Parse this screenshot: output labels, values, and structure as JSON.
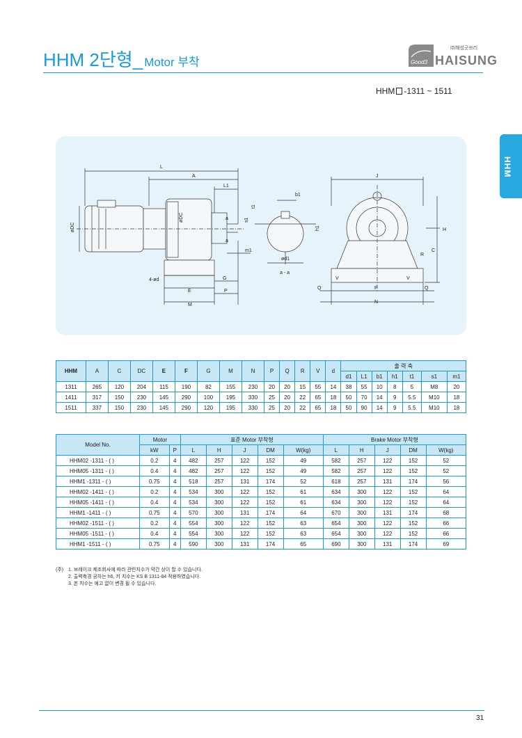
{
  "header": {
    "title_main": "HHM 2단형_",
    "title_sub": "Motor 부착",
    "logo_small": "㈜해성굿쓰리",
    "logo_name": "HAISUNG",
    "logo_good": "Good3",
    "range_prefix": "HHM",
    "range_suffix": "-1311 ~ 1511",
    "side_tab": "HHM"
  },
  "drawing": {
    "labels": {
      "L": "L",
      "A": "A",
      "L1": "L1",
      "DC": "øDC",
      "DC2": "øDC",
      "b1": "b1",
      "J": "J",
      "t1": "t1",
      "s1": "s1",
      "a_top": "a",
      "a_bot": "a",
      "h1": "h1",
      "m1": "m1",
      "d1": "ød1",
      "aa": "a - a",
      "H": "H",
      "C": "C",
      "R": "R",
      "d4": "4-ød",
      "G": "G",
      "E": "E",
      "P": "P",
      "M": "M",
      "V1": "V",
      "V2": "V",
      "Q1": "Q",
      "F": "F",
      "Q2": "Q",
      "N": "N"
    }
  },
  "dims_table": {
    "group_header": "출 력 축",
    "headers": [
      "HHM",
      "A",
      "C",
      "DC",
      "E",
      "F",
      "G",
      "M",
      "N",
      "P",
      "Q",
      "R",
      "V",
      "d"
    ],
    "sub_headers": [
      "d1",
      "L1",
      "b1",
      "h1",
      "t1",
      "s1",
      "m1"
    ],
    "rows": [
      [
        "1311",
        "265",
        "120",
        "204",
        "115",
        "190",
        "82",
        "155",
        "230",
        "20",
        "20",
        "15",
        "55",
        "14",
        "38",
        "55",
        "10",
        "8",
        "5",
        "M8",
        "20"
      ],
      [
        "1411",
        "317",
        "150",
        "230",
        "145",
        "290",
        "100",
        "195",
        "330",
        "25",
        "20",
        "22",
        "65",
        "18",
        "50",
        "70",
        "14",
        "9",
        "5.5",
        "M10",
        "18"
      ],
      [
        "1511",
        "337",
        "150",
        "230",
        "145",
        "290",
        "120",
        "195",
        "330",
        "25",
        "20",
        "22",
        "65",
        "18",
        "50",
        "90",
        "14",
        "9",
        "5.5",
        "M10",
        "18"
      ]
    ]
  },
  "model_table": {
    "model_header": "Model No.",
    "motor_header": "Motor",
    "std_header": "표준 Motor 부착형",
    "brake_header": "Brake Motor 부착형",
    "sub_headers": [
      "kW",
      "P",
      "L",
      "H",
      "J",
      "DM",
      "W(kg)",
      "L",
      "H",
      "J",
      "DM",
      "W(kg)"
    ],
    "rows": [
      [
        "HHM02 -1311 - (   )",
        "0.2",
        "4",
        "482",
        "257",
        "122",
        "152",
        "49",
        "582",
        "257",
        "122",
        "152",
        "52"
      ],
      [
        "HHM05 -1311 - (   )",
        "0.4",
        "4",
        "482",
        "257",
        "122",
        "152",
        "49",
        "582",
        "257",
        "122",
        "152",
        "52"
      ],
      [
        "HHM1    -1311 - (   )",
        "0.75",
        "4",
        "518",
        "257",
        "131",
        "174",
        "52",
        "618",
        "257",
        "131",
        "174",
        "56"
      ],
      [
        "HHM02 -1411 - (   )",
        "0.2",
        "4",
        "534",
        "300",
        "122",
        "152",
        "61",
        "634",
        "300",
        "122",
        "152",
        "64"
      ],
      [
        "HHM05 -1411 - (   )",
        "0.4",
        "4",
        "534",
        "300",
        "122",
        "152",
        "61",
        "634",
        "300",
        "122",
        "152",
        "64"
      ],
      [
        "HHM1    -1411 - (   )",
        "0.75",
        "4",
        "570",
        "300",
        "131",
        "174",
        "64",
        "670",
        "300",
        "131",
        "174",
        "68"
      ],
      [
        "HHM02 -1511 - (   )",
        "0.2",
        "4",
        "554",
        "300",
        "122",
        "152",
        "63",
        "654",
        "300",
        "122",
        "152",
        "66"
      ],
      [
        "HHM05 -1511 - (   )",
        "0.4",
        "4",
        "554",
        "300",
        "122",
        "152",
        "63",
        "654",
        "300",
        "122",
        "152",
        "66"
      ],
      [
        "HHM1    -1511 - (   )",
        "0.75",
        "4",
        "590",
        "300",
        "131",
        "174",
        "65",
        "690",
        "300",
        "131",
        "174",
        "69"
      ]
    ]
  },
  "notes": {
    "head": "(주)",
    "items": [
      "1. 브레이크 제조회사에 따라 관련치수가 약간 상이 할 수 있습니다.",
      "2. 출력축경 공차는 h6, 키 치수는 KS B 1311-84 적용하였습니다.",
      "3. 본 치수는 예고 없이 변경 될 수 있습니다."
    ]
  },
  "footer": {
    "page": "31"
  }
}
